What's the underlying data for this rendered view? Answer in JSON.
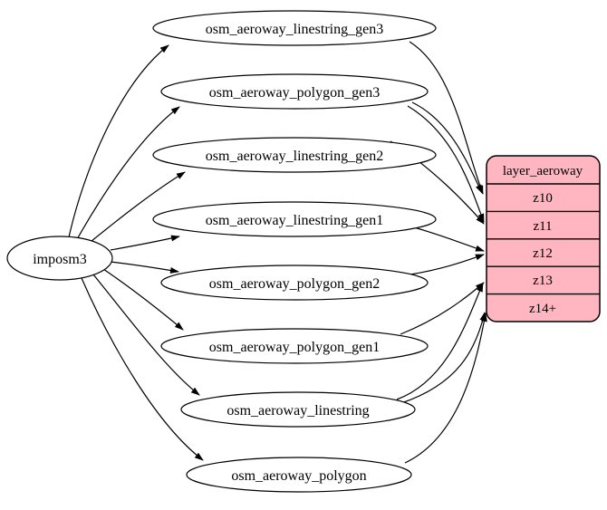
{
  "diagram": {
    "kind": "etl-graph",
    "source_node": {
      "label": "imposm3"
    },
    "tables": [
      {
        "label": "osm_aeroway_linestring_gen3"
      },
      {
        "label": "osm_aeroway_polygon_gen3"
      },
      {
        "label": "osm_aeroway_linestring_gen2"
      },
      {
        "label": "osm_aeroway_linestring_gen1"
      },
      {
        "label": "osm_aeroway_polygon_gen2"
      },
      {
        "label": "osm_aeroway_polygon_gen1"
      },
      {
        "label": "osm_aeroway_linestring"
      },
      {
        "label": "osm_aeroway_polygon"
      }
    ],
    "layer_node": {
      "title": "layer_aeroway",
      "rows": [
        {
          "label": "z10"
        },
        {
          "label": "z11"
        },
        {
          "label": "z12"
        },
        {
          "label": "z13"
        },
        {
          "label": "z14+"
        }
      ]
    },
    "colors": {
      "layer_fill": "#ffb6c1",
      "table_fill": "#ffffff",
      "stroke": "#000000",
      "background": "#ffffff"
    },
    "edges": [
      {
        "from": "imposm3",
        "to": "osm_aeroway_linestring_gen3"
      },
      {
        "from": "imposm3",
        "to": "osm_aeroway_polygon_gen3"
      },
      {
        "from": "imposm3",
        "to": "osm_aeroway_linestring_gen2"
      },
      {
        "from": "imposm3",
        "to": "osm_aeroway_linestring_gen1"
      },
      {
        "from": "imposm3",
        "to": "osm_aeroway_polygon_gen2"
      },
      {
        "from": "imposm3",
        "to": "osm_aeroway_polygon_gen1"
      },
      {
        "from": "imposm3",
        "to": "osm_aeroway_linestring"
      },
      {
        "from": "imposm3",
        "to": "osm_aeroway_polygon"
      },
      {
        "from": "osm_aeroway_linestring_gen3",
        "to": "layer_aeroway:z10"
      },
      {
        "from": "osm_aeroway_polygon_gen3",
        "to": "layer_aeroway:z10"
      },
      {
        "from": "osm_aeroway_polygon_gen3",
        "to": "layer_aeroway:z11"
      },
      {
        "from": "osm_aeroway_linestring_gen2",
        "to": "layer_aeroway:z11"
      },
      {
        "from": "osm_aeroway_linestring_gen1",
        "to": "layer_aeroway:z12"
      },
      {
        "from": "osm_aeroway_polygon_gen2",
        "to": "layer_aeroway:z12"
      },
      {
        "from": "osm_aeroway_polygon_gen1",
        "to": "layer_aeroway:z13"
      },
      {
        "from": "osm_aeroway_linestring",
        "to": "layer_aeroway:z13"
      },
      {
        "from": "osm_aeroway_linestring",
        "to": "layer_aeroway:z14+"
      },
      {
        "from": "osm_aeroway_polygon",
        "to": "layer_aeroway:z14+"
      }
    ]
  }
}
